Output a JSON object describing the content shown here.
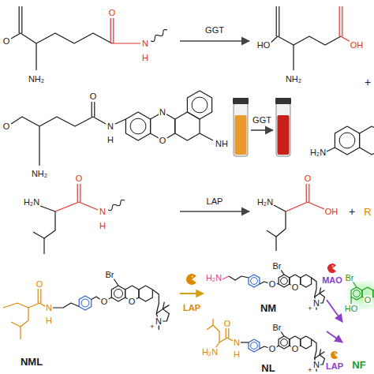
{
  "diagram": {
    "nodes": [
      {
        "text": [
          "NML"
        ]
      },
      {
        "text": [
          "NM"
        ]
      },
      {
        "text": [
          "NL"
        ]
      },
      {
        "text": [
          "NF"
        ]
      }
    ],
    "edges": [
      {
        "from": 0,
        "to": 1,
        "arrow": "to",
        "label": "LAP"
      },
      {
        "from": 1,
        "to": 3,
        "arrow": "to",
        "label": "MAO"
      },
      {
        "from": 2,
        "to": 3,
        "arrow": "to",
        "label": "LAP"
      }
    ],
    "labels": [
      "O",
      "O",
      "N",
      "H",
      "NH₂",
      "GGT",
      "HO",
      "OH",
      "NH₂",
      "+",
      "O",
      "NH₂",
      "O",
      "N",
      "H",
      "N",
      "O",
      "NH",
      "GGT",
      "H₂N",
      "H₂N",
      "O",
      "N",
      "H",
      "LAP",
      "H₂N",
      "O",
      "OH",
      "+",
      "R",
      "O",
      "N",
      "H",
      "O",
      "Br",
      "O",
      "N",
      "+",
      "H₂N",
      "O",
      "Br",
      "O",
      "N",
      "+",
      "H₂N",
      "O",
      "N",
      "H",
      "O",
      "Br",
      "O",
      "N",
      "+",
      "Br",
      "HO",
      "O"
    ]
  }
}
